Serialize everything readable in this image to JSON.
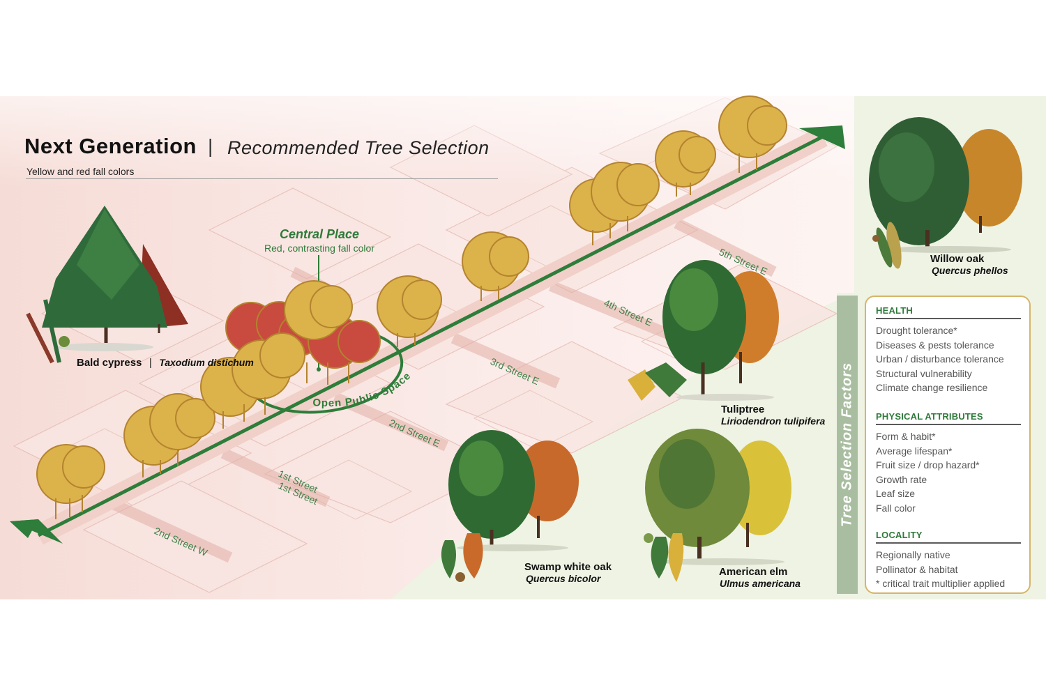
{
  "header": {
    "title": "Next Generation",
    "separator": "|",
    "subtitle": "Recommended Tree Selection",
    "tagline": "Yellow and red fall colors"
  },
  "map": {
    "central_place": {
      "title": "Central Place",
      "subtitle": "Red, contrasting fall color"
    },
    "open_space_label": "Open Public Space",
    "streets": [
      "5th Street E",
      "4th Street E",
      "3rd Street E",
      "2nd Street E",
      "1st Street",
      "1st Street",
      "2nd Street W"
    ]
  },
  "trees": [
    {
      "name": "Bald cypress",
      "separator": "|",
      "scientific": "Taxodium distichum"
    },
    {
      "name": "Willow oak",
      "scientific": "Quercus phellos"
    },
    {
      "name": "Tuliptree",
      "scientific": "Liriodendron tulipifera"
    },
    {
      "name": "Swamp white oak",
      "scientific": "Quercus bicolor"
    },
    {
      "name": "American elm",
      "scientific": "Ulmus americana"
    }
  ],
  "factors": {
    "label": "Tree Selection Factors",
    "groups": [
      {
        "heading": "HEALTH",
        "items": [
          "Drought tolerance*",
          "Diseases & pests tolerance",
          "Urban / disturbance tolerance",
          "Structural vulnerability",
          "Climate change resilience"
        ]
      },
      {
        "heading": "PHYSICAL ATTRIBUTES",
        "items": [
          "Form & habit*",
          "Average lifespan*",
          "Fruit size / drop hazard*",
          "Growth rate",
          "Leaf size",
          "Fall color"
        ]
      },
      {
        "heading": "LOCALITY",
        "items": [
          "Regionally native",
          "Pollinator & habitat",
          "* critical trait multiplier applied"
        ]
      }
    ]
  },
  "colors": {
    "route_green": "#2e7d3a",
    "fall_yellow": "#dcb24a",
    "fall_red": "#c94a3e",
    "panel_green": "#edf2e3",
    "factors_band": "#a9bea0",
    "box_border": "#d6b56a"
  }
}
